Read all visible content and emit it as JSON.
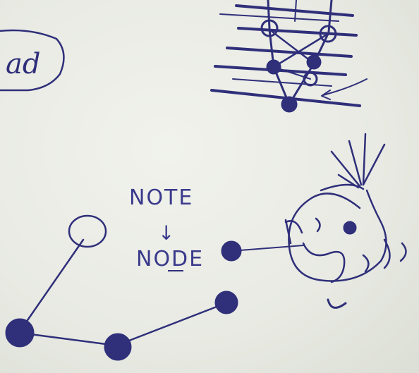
{
  "ink_color": "#2f2f7a",
  "paper_color": "#eef0e9",
  "badge": {
    "text": "ad"
  },
  "note": {
    "word_top": "NOTE",
    "arrow": "↓",
    "word_bottom": "NODE"
  }
}
